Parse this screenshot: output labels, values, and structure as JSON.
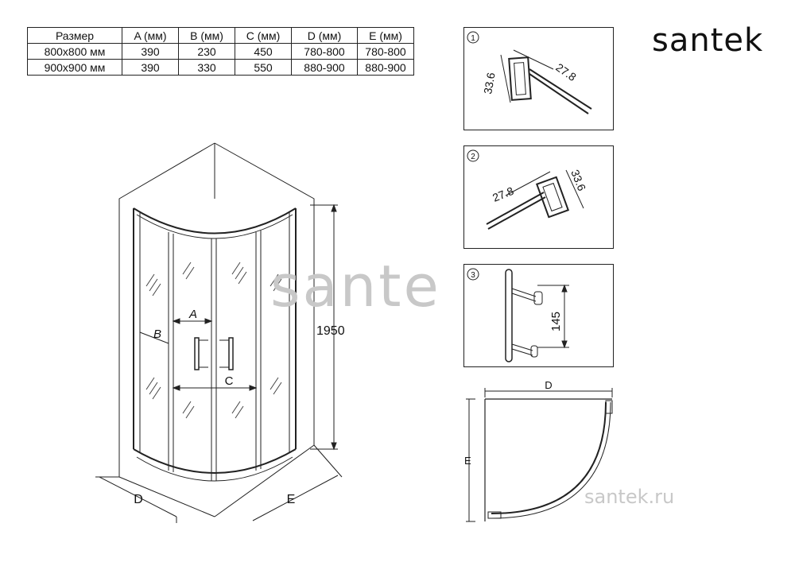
{
  "spec_table": {
    "headers": [
      "Размер",
      "A (мм)",
      "B (мм)",
      "C (мм)",
      "D (мм)",
      "E (мм)"
    ],
    "rows": [
      [
        "800x800 мм",
        "390",
        "230",
        "450",
        "780-800",
        "780-800"
      ],
      [
        "900x900 мм",
        "390",
        "330",
        "550",
        "880-900",
        "880-900"
      ]
    ]
  },
  "brand": "santek",
  "main_drawing": {
    "label_a": "A",
    "label_b": "B",
    "label_c": "C",
    "label_d": "D",
    "label_e": "E",
    "height": "1950",
    "watermark": "santek"
  },
  "detail_1": {
    "number": "1",
    "dim_a": "33.6",
    "dim_b": "27.8"
  },
  "detail_2": {
    "number": "2",
    "dim_a": "27.8",
    "dim_b": "33.6"
  },
  "detail_3": {
    "number": "3",
    "dim_a": "145"
  },
  "plan_view": {
    "label_d": "D",
    "label_e": "E",
    "site": "santek.ru"
  }
}
